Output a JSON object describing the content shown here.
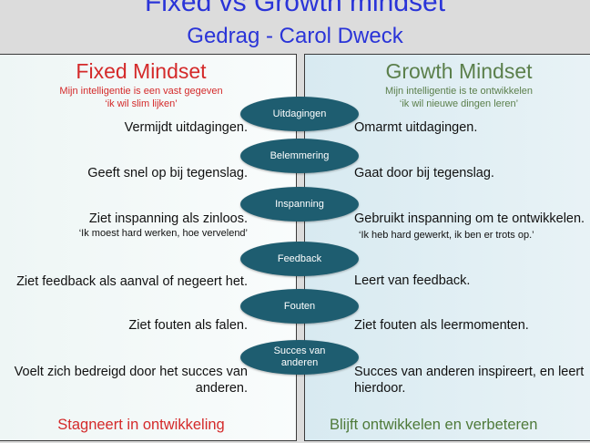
{
  "header": {
    "title": "Fixed vs Growth mindset",
    "subtitle": "Gedrag - Carol Dweck"
  },
  "fixed": {
    "heading": "Fixed Mindset",
    "note_line1": "Mijn intelligentie is een vast gegeven",
    "note_line2": "‘ik wil slim lijken’",
    "conclusion": "Stagneert in ontwikkeling"
  },
  "growth": {
    "heading": "Growth Mindset",
    "note_line1": "Mijn intelligentie is te ontwikkelen",
    "note_line2": "‘ik wil nieuwe dingen leren’",
    "conclusion": "Blijft ontwikkelen en verbeteren"
  },
  "rows": [
    {
      "label": "Uitdagingen",
      "fixed": "Vermijdt uitdagingen.",
      "growth": "Omarmt uitdagingen."
    },
    {
      "label": "Belemmering",
      "fixed": "Geeft snel op bij tegenslag.",
      "growth": "Gaat door bij tegenslag."
    },
    {
      "label": "Inspanning",
      "fixed": "Ziet inspanning als zinloos.",
      "fixed_quote": "‘Ik moest hard werken, hoe vervelend’",
      "growth": "Gebruikt inspanning om te ontwikkelen.",
      "growth_quote": "‘Ik heb hard gewerkt, ik ben er trots op.’"
    },
    {
      "label": "Feedback",
      "fixed": "Ziet feedback als aanval of negeert het.",
      "growth": "Leert van feedback."
    },
    {
      "label": "Fouten",
      "fixed": "Ziet fouten als falen.",
      "growth": "Ziet fouten als leermomenten."
    },
    {
      "label_line1": "Succes van",
      "label_line2": "anderen",
      "fixed_line1": "Voelt zich bedreigd door het succes van",
      "fixed_line2": "anderen.",
      "growth_line1": "Succes van anderen inspireert, en leert",
      "growth_line2": "hierdoor."
    }
  ],
  "colors": {
    "title": "#2a34d8",
    "fixed_accent": "#d42a2a",
    "growth_accent": "#5b7f4b",
    "pill": "#1e5d70"
  }
}
